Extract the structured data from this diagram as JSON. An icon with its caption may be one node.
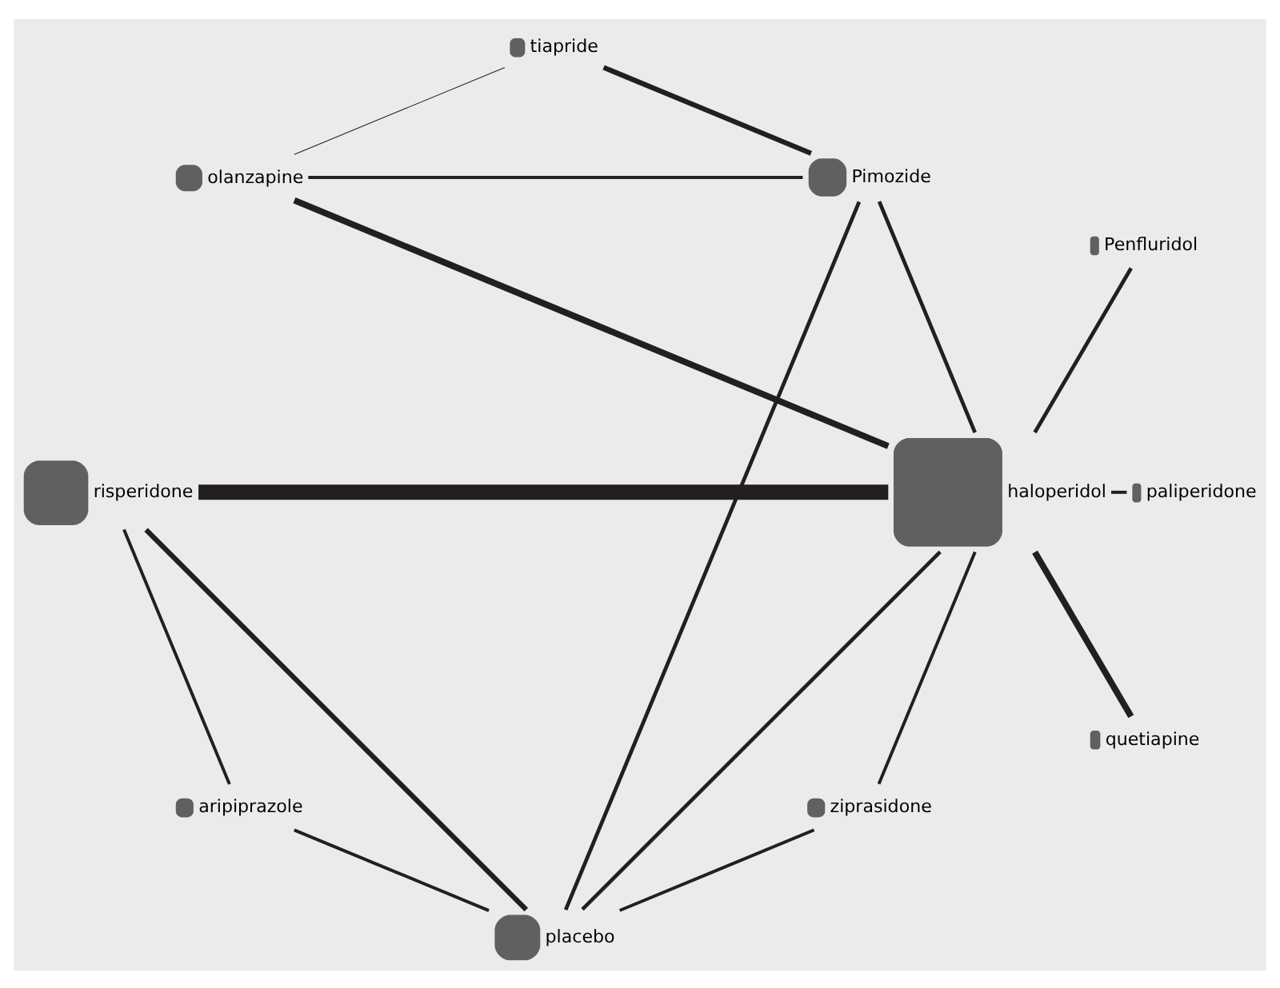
{
  "diagram": {
    "nodes": [
      {
        "text": [
          "olanzapine"
        ]
      },
      {
        "text": [
          "Pimozide"
        ]
      },
      {
        "text": [
          "ziprasidone"
        ]
      },
      {
        "text": [
          "haloperidol"
        ]
      },
      {
        "text": [
          "risperidone"
        ]
      },
      {
        "text": [
          "placebo"
        ]
      },
      {
        "text": [
          "tiapride"
        ]
      },
      {
        "text": [
          "quetiapine"
        ]
      },
      {
        "text": [
          "aripiprazole"
        ]
      },
      {
        "text": [
          "paliperidone"
        ]
      },
      {
        "text": [
          "Penfluridol"
        ]
      }
    ],
    "edges": [
      {
        "from": 0,
        "to": 1,
        "arrow": "none"
      },
      {
        "from": 0,
        "to": 3,
        "arrow": "none"
      },
      {
        "from": 0,
        "to": 6,
        "arrow": "none"
      },
      {
        "from": 1,
        "to": 3,
        "arrow": "none"
      },
      {
        "from": 1,
        "to": 5,
        "arrow": "none"
      },
      {
        "from": 1,
        "to": 6,
        "arrow": "none"
      },
      {
        "from": 2,
        "to": 3,
        "arrow": "none"
      },
      {
        "from": 2,
        "to": 5,
        "arrow": "none"
      },
      {
        "from": 4,
        "to": 3,
        "arrow": "none",
        "style": "thick"
      },
      {
        "from": 4,
        "to": 5,
        "arrow": "none"
      },
      {
        "from": 4,
        "to": 8,
        "arrow": "none"
      },
      {
        "from": 3,
        "to": 5,
        "arrow": "none"
      },
      {
        "from": 3,
        "to": 7,
        "arrow": "none"
      },
      {
        "from": 3,
        "to": 9,
        "arrow": "none"
      },
      {
        "from": 3,
        "to": 10,
        "arrow": "none"
      },
      {
        "from": 5,
        "to": 8,
        "arrow": "none"
      }
    ]
  }
}
